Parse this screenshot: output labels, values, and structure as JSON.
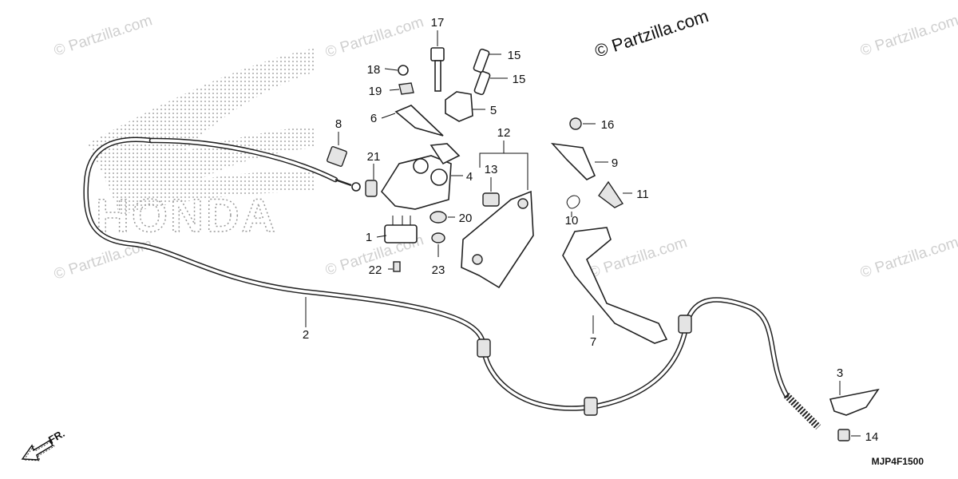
{
  "watermark": {
    "main": "© Partzilla.com",
    "faded": "© Partzilla.com"
  },
  "logo": {
    "text": "HONDA"
  },
  "diagram_code": "MJP4F1500",
  "direction_marker": "FR.",
  "parts": [
    {
      "id": "part-1",
      "label": "1"
    },
    {
      "id": "part-2",
      "label": "2"
    },
    {
      "id": "part-3",
      "label": "3"
    },
    {
      "id": "part-4",
      "label": "4"
    },
    {
      "id": "part-5",
      "label": "5"
    },
    {
      "id": "part-6",
      "label": "6"
    },
    {
      "id": "part-7",
      "label": "7"
    },
    {
      "id": "part-8",
      "label": "8"
    },
    {
      "id": "part-9",
      "label": "9"
    },
    {
      "id": "part-10",
      "label": "10"
    },
    {
      "id": "part-11",
      "label": "11"
    },
    {
      "id": "part-12",
      "label": "12"
    },
    {
      "id": "part-13",
      "label": "13"
    },
    {
      "id": "part-14",
      "label": "14"
    },
    {
      "id": "part-15a",
      "label": "15"
    },
    {
      "id": "part-15b",
      "label": "15"
    },
    {
      "id": "part-16",
      "label": "16"
    },
    {
      "id": "part-17",
      "label": "17"
    },
    {
      "id": "part-18",
      "label": "18"
    },
    {
      "id": "part-19",
      "label": "19"
    },
    {
      "id": "part-20",
      "label": "20"
    },
    {
      "id": "part-21",
      "label": "21"
    },
    {
      "id": "part-22",
      "label": "22"
    },
    {
      "id": "part-23",
      "label": "23"
    }
  ]
}
